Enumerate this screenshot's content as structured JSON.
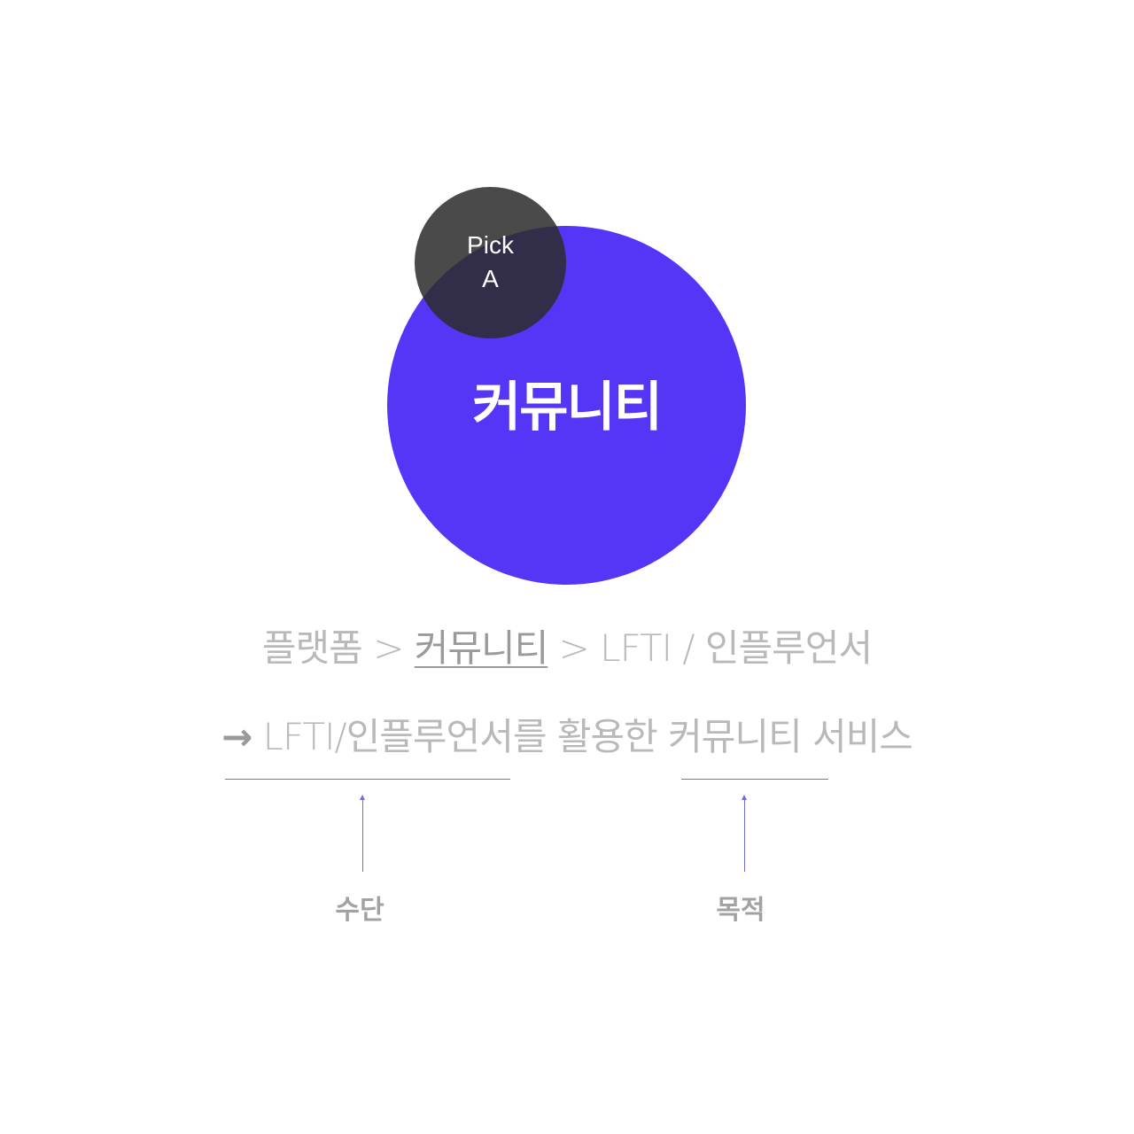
{
  "diagram": {
    "small_circle": {
      "line1": "Pick",
      "line2": "A",
      "color": "#2c2c2c"
    },
    "big_circle": {
      "label": "커뮤니티",
      "color": "#5636f6"
    },
    "flow": {
      "part1": "플랫폼 > ",
      "highlight": "커뮤니티",
      "part2": " > LFTI / 인플루언서"
    },
    "result": {
      "arrow": "→",
      "text": " LFTI/인플루언서를 활용한 커뮤니티 서비스"
    },
    "means_label": "수단",
    "purpose_label": "목적",
    "accent_color": "#6e6ee0"
  }
}
